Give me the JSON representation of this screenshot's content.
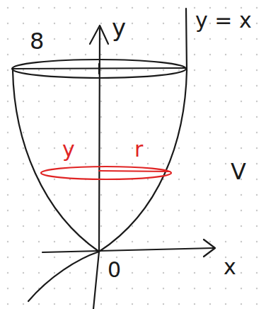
{
  "diagram": {
    "labels": [
      "y",
      "8",
      "y = x",
      "V",
      "y",
      "r",
      "0",
      "x"
    ]
  }
}
